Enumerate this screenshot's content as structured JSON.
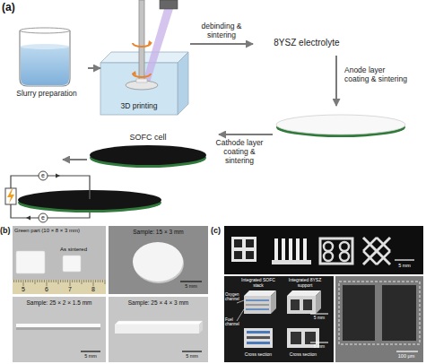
{
  "diagram": {
    "nodes": [
      {
        "text": [
          "Slurry preparation"
        ]
      },
      {
        "text": [
          "3D printing"
        ]
      },
      {
        "text": [
          "8YSZ electrolyte"
        ]
      },
      {
        "text": [
          "SOFC cell"
        ]
      },
      {
        "text": [
          "Green part (10 × 8 × 3 mm)",
          "As sintered"
        ]
      },
      {
        "text": [
          "Sample: 15 × 3 mm",
          "5 mm"
        ]
      },
      {
        "text": [
          "Sample: 25 × 2 × 1.5 mm",
          "5 mm"
        ]
      },
      {
        "text": [
          "Sample: 25 × 4 × 3 mm",
          "5 mm"
        ]
      },
      {
        "text": [
          "5 mm"
        ]
      },
      {
        "text": [
          "Integrated SOFC stack",
          "Integrated 8YSZ support",
          "Oxygen channel",
          "Fuel channel",
          "Cross section",
          "Cross section",
          "5 mm",
          "5 mm"
        ]
      },
      {
        "text": [
          "100 μm"
        ]
      }
    ],
    "edges": [
      {
        "from": 0,
        "to": 1,
        "arrow": "to"
      },
      {
        "from": 1,
        "to": 2,
        "label": "debinding & sintering",
        "arrow": "to"
      }
    ],
    "labels": [
      "(a)",
      "Anode layer coating & sintering",
      "Cathode layer coating & sintering",
      "e",
      "e",
      "(b)",
      "5",
      "6",
      "7",
      "8",
      "(c)"
    ]
  }
}
